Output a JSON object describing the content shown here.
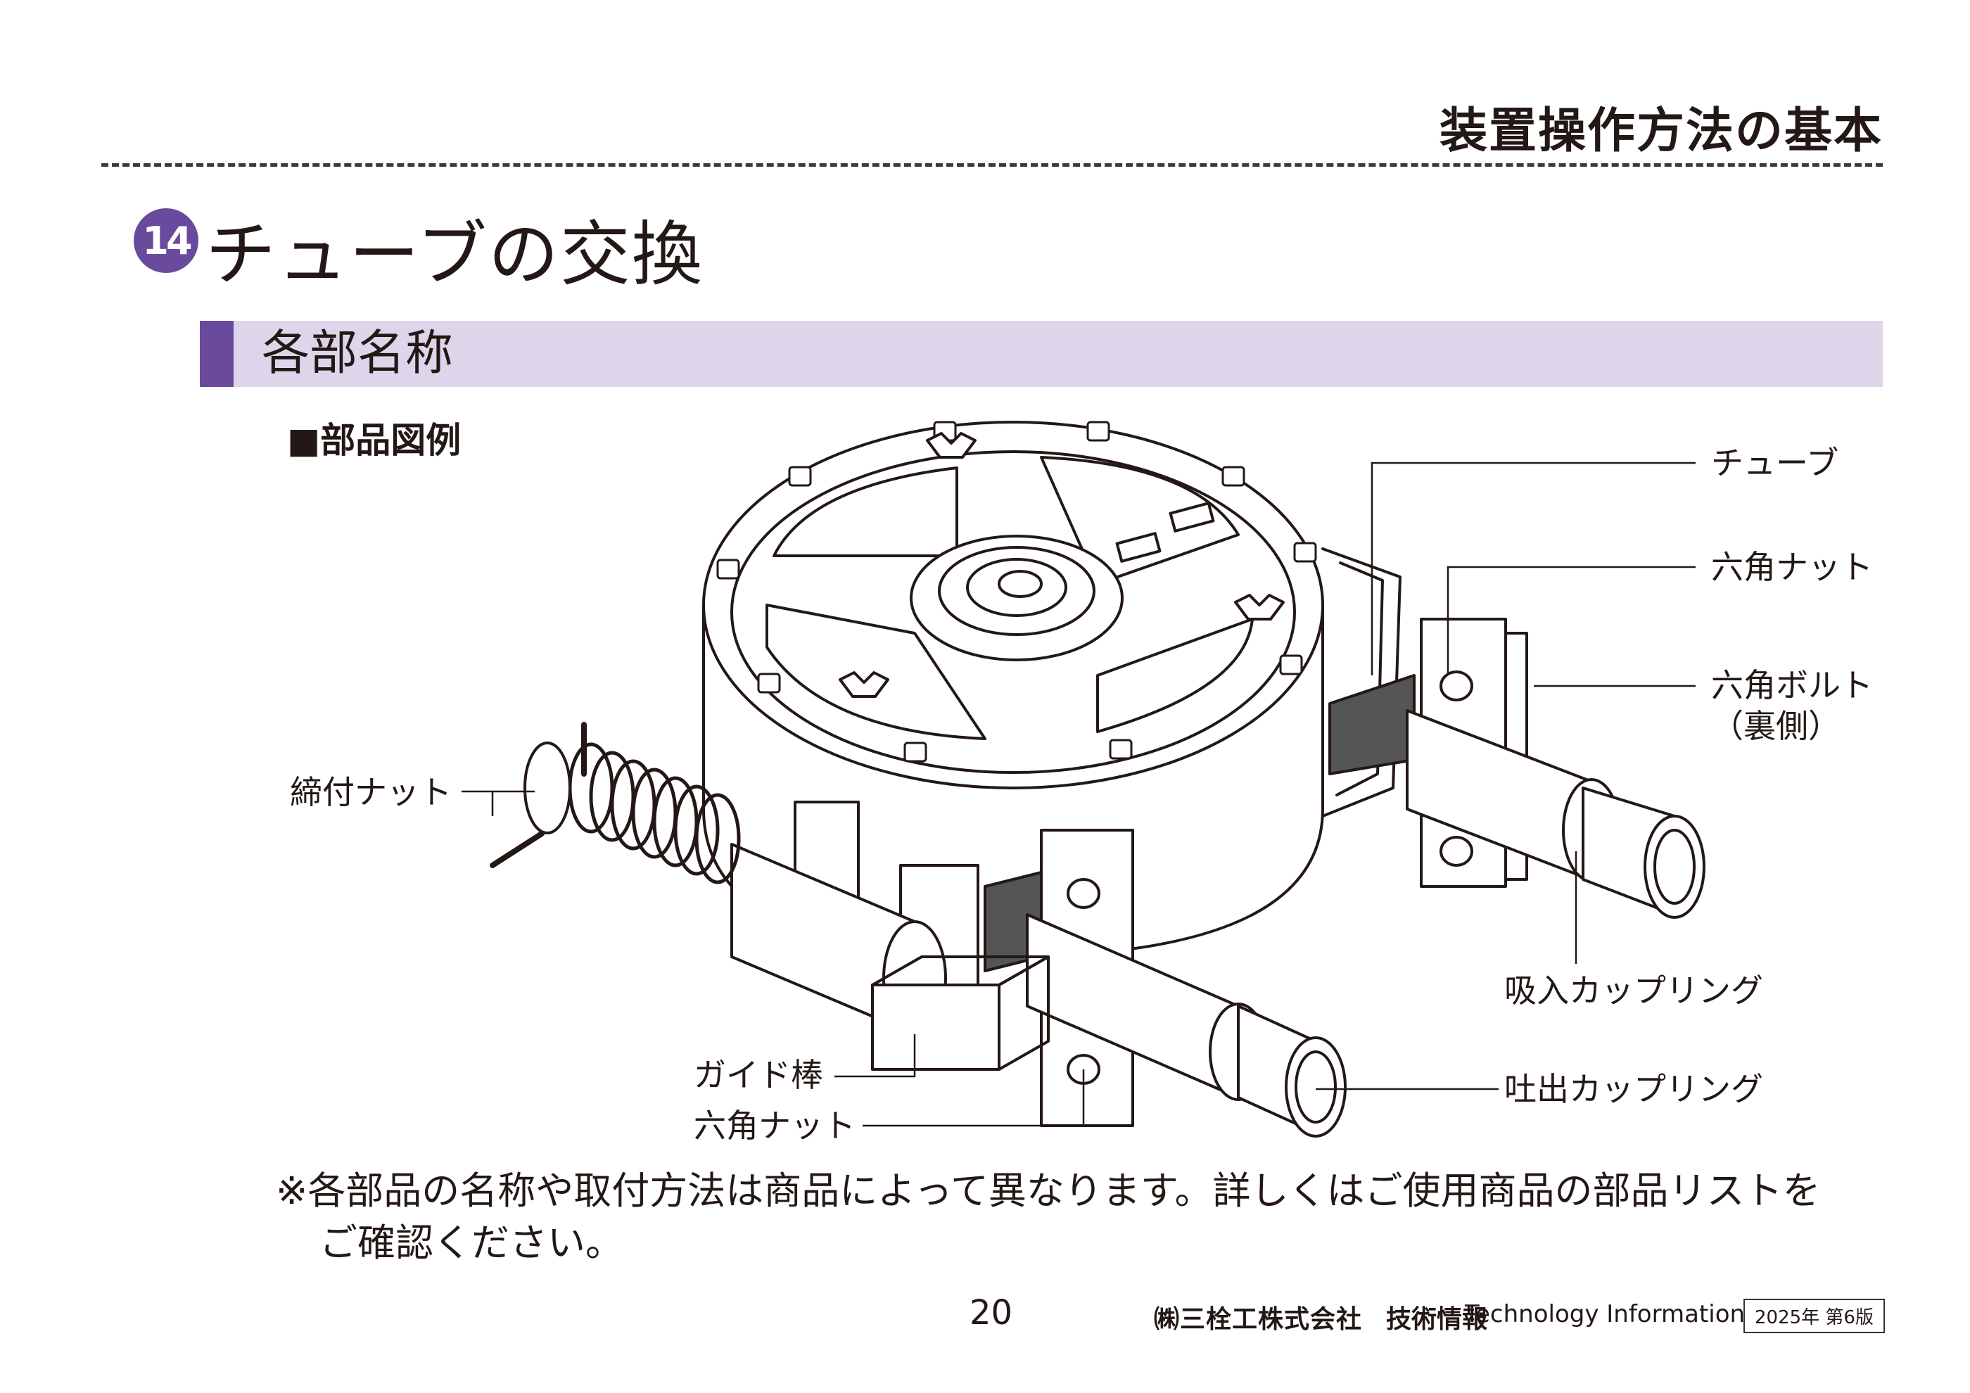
{
  "header": {
    "title": "装置操作方法の基本"
  },
  "section": {
    "number": "14",
    "title": "チューブの交換"
  },
  "subsection": {
    "title": "各部名称"
  },
  "legend": {
    "heading": "■部品図例"
  },
  "callouts": {
    "tube": "チューブ",
    "hex_nut_right": "六角ナット",
    "hex_bolt": "六角ボルト",
    "hex_bolt_note": "（裏側）",
    "tighten_nut": "締付ナット",
    "suction_coupling": "吸入カップリング",
    "guide_rod": "ガイド棒",
    "discharge_coupling": "吐出カップリング",
    "hex_nut_bottom": "六角ナット"
  },
  "note": {
    "line1": "※各部品の名称や取付方法は商品によって異なります。詳しくはご使用商品の部品リストを",
    "line2": "ご確認ください。"
  },
  "footer": {
    "page_number": "20",
    "company": "㈱三栓工株式会社",
    "info_label": "技術情報",
    "info_en": "Technology Information",
    "edition": "2025年 第6版"
  }
}
